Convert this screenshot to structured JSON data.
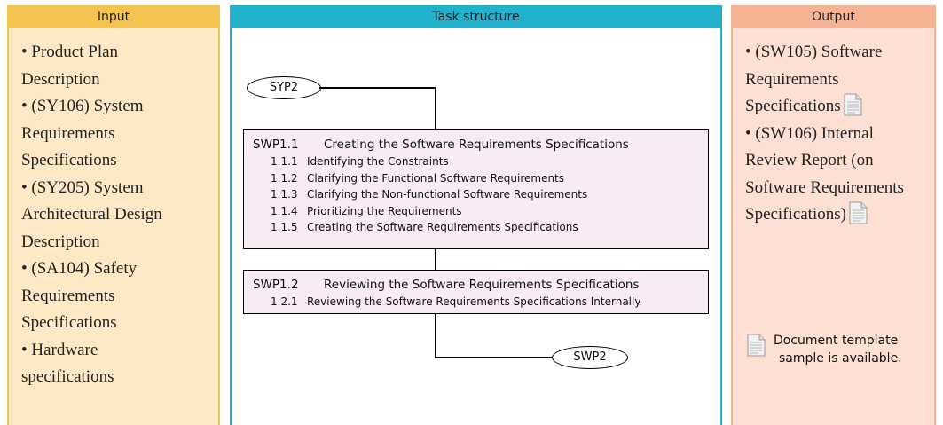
{
  "columns": {
    "input": {
      "header": "Input",
      "items": [
        "• Product Plan",
        "Description",
        "• (SY106) System",
        "Requirements",
        "Specifications",
        "• (SY205) System",
        "Architectural Design",
        "Description",
        "• (SA104) Safety",
        "Requirements",
        "Specifications",
        "• Hardware",
        "specifications"
      ]
    },
    "task": {
      "header": "Task structure",
      "start_connector": "SYP2",
      "end_connector": "SWP2",
      "tasks": [
        {
          "code": "SWP1.1",
          "title": "Creating the Software Requirements Specifications",
          "subtasks": [
            {
              "num": "1.1.1",
              "label": "Identifying the Constraints"
            },
            {
              "num": "1.1.2",
              "label": "Clarifying the Functional Software Requirements"
            },
            {
              "num": "1.1.3",
              "label": "Clarifying the Non-functional Software Requirements"
            },
            {
              "num": "1.1.4",
              "label": "Prioritizing the Requirements"
            },
            {
              "num": "1.1.5",
              "label": "Creating the Software Requirements Specifications"
            }
          ]
        },
        {
          "code": "SWP1.2",
          "title": "Reviewing the Software Requirements Specifications",
          "subtasks": [
            {
              "num": "1.2.1",
              "label": "Reviewing the Software Requirements Specifications Internally"
            }
          ]
        }
      ]
    },
    "output": {
      "header": "Output",
      "lines": [
        "• (SW105) Software",
        "Requirements",
        "Specifications",
        "• (SW106) Internal",
        "Review Report (on",
        "Software Requirements",
        "Specifications)"
      ],
      "note": {
        "line1": "Document template",
        "line2": "sample is available."
      }
    }
  },
  "colors": {
    "input_header": "#f5c34f",
    "input_body": "#fde9c6",
    "task_header": "#22b1cd",
    "task_box": "#f9ebf3",
    "output_header": "#f6b394",
    "output_body": "#fde0d3"
  },
  "icons": {
    "document": "document-icon"
  }
}
